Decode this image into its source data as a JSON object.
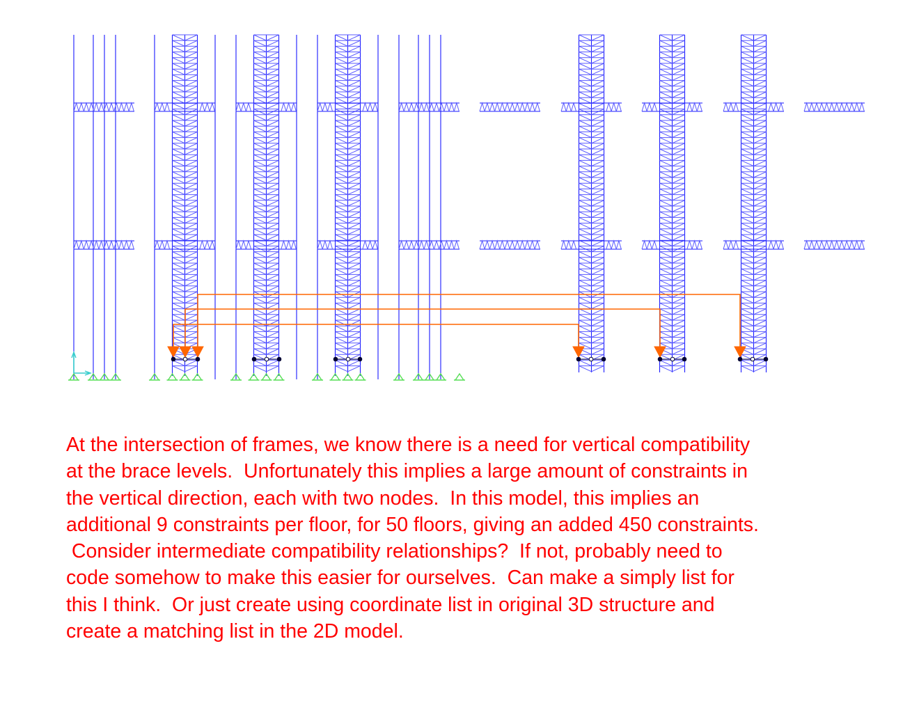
{
  "colors": {
    "member": "#1a1aff",
    "brace": "#5858ff",
    "constraint": "#ff6600",
    "support": "#55dd55",
    "axis": "#33cccc",
    "node": "#000033",
    "note_text": "#ff0000"
  },
  "diagram": {
    "frame_groups": [
      {
        "name": "frame-group-1",
        "style": "columns"
      },
      {
        "name": "frame-group-2",
        "style": "braced-core"
      },
      {
        "name": "frame-group-3",
        "style": "braced-core"
      },
      {
        "name": "frame-group-4",
        "style": "braced-core"
      },
      {
        "name": "frame-group-5",
        "style": "columns"
      },
      {
        "name": "frame-group-6",
        "style": "truss-only"
      },
      {
        "name": "frame-group-7",
        "style": "braced-core-raised"
      },
      {
        "name": "frame-group-8",
        "style": "braced-core-raised"
      },
      {
        "name": "frame-group-9",
        "style": "braced-core-raised"
      },
      {
        "name": "frame-group-10",
        "style": "truss-only"
      }
    ],
    "constraint_count_shown": 3
  },
  "note": {
    "lines": [
      "At the intersection of frames, we know there is a need for vertical compatibility",
      "at the brace levels.  Unfortunately this implies a large amount of constraints in",
      "the vertical direction, each with two nodes.  In this model, this implies an",
      "additional 9 constraints per floor, for 50 floors, giving an added 450 constraints.",
      " Consider intermediate compatibility relationships?  If not, probably need to",
      "code somehow to make this easier for ourselves.  Can make a simply list for",
      "this I think.  Or just create using coordinate list in original 3D structure and",
      "create a matching list in the 2D model."
    ]
  }
}
